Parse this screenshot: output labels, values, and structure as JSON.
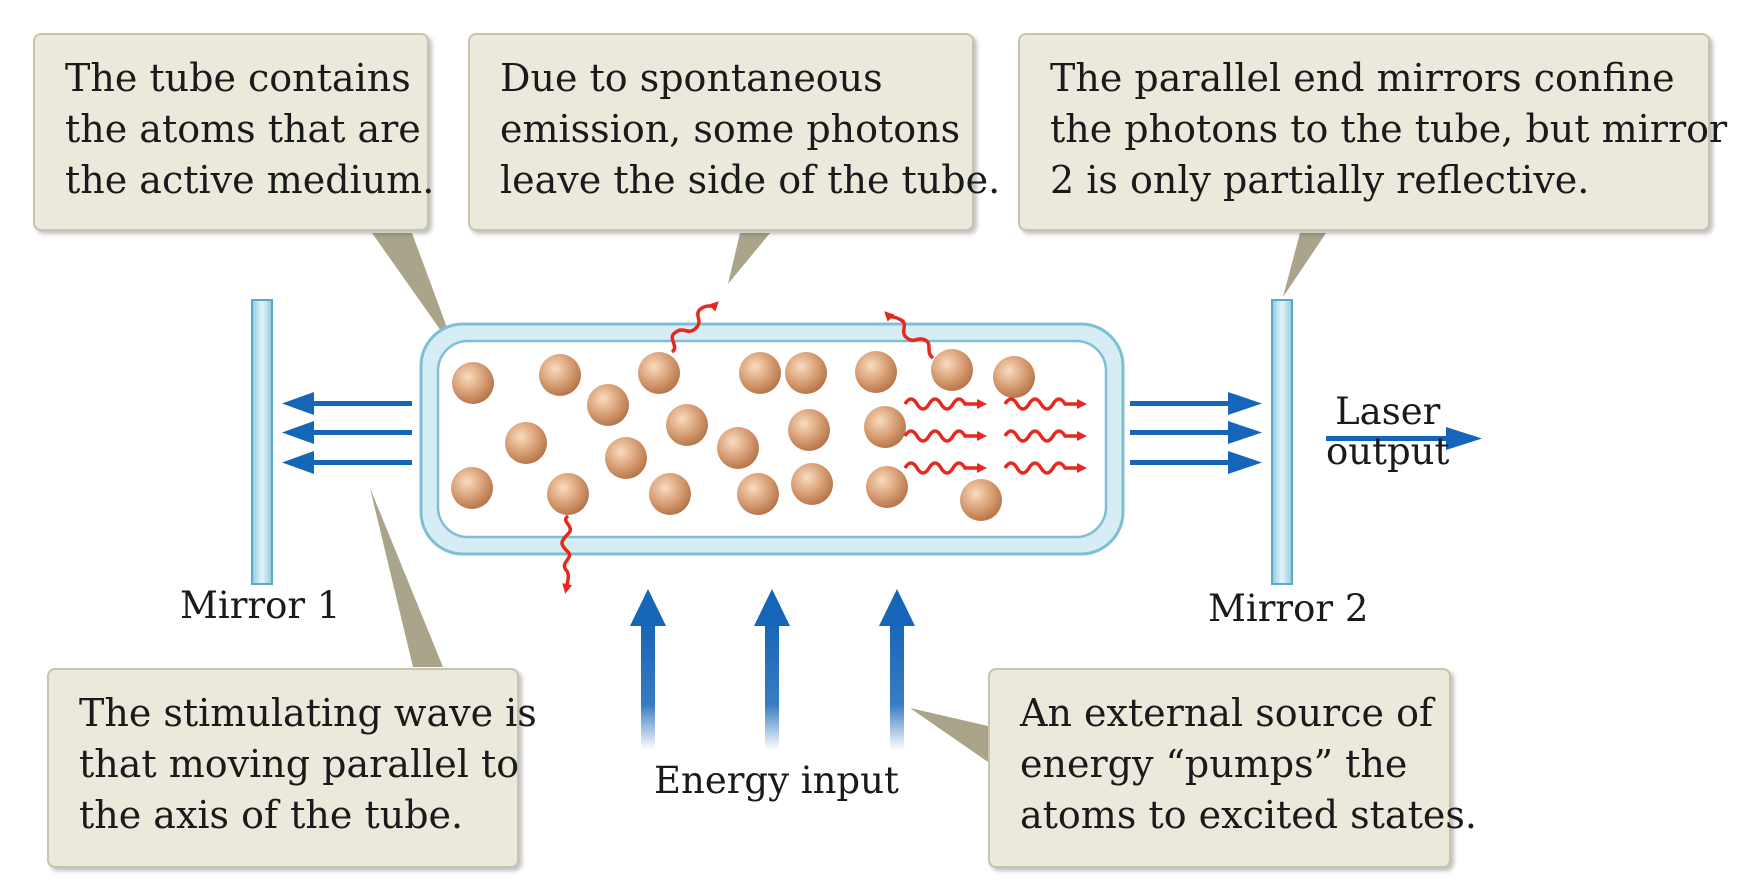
{
  "callouts": {
    "tube": [
      "The tube contains",
      "the atoms that are",
      "the active medium."
    ],
    "spontaneous": [
      "Due to spontaneous",
      "emission, some photons",
      "leave the side of the tube."
    ],
    "mirrors": [
      "The parallel end mirrors confine",
      "the photons to the tube, but mirror",
      "2 is only partially reflective."
    ],
    "stimulating": [
      "The stimulating wave is",
      "that moving parallel to",
      "the axis of the tube."
    ],
    "pump": [
      "An external source of",
      "energy “pumps” the",
      "atoms to excited states."
    ]
  },
  "labels": {
    "mirror1": "Mirror 1",
    "mirror2": "Mirror 2",
    "energy_input": "Energy input",
    "laser_line1": "Laser",
    "laser_line2": "output"
  },
  "colors": {
    "callout_bg": "#ebe8dc",
    "leader": "#a9a48a",
    "tube_glass": "#d6edf5",
    "tube_stroke": "#7fbfd3",
    "mirror": "#a8d8e8",
    "atom": "#dba37a",
    "blue_arrow": "#1565b8",
    "photon_red": "#e8281e"
  }
}
